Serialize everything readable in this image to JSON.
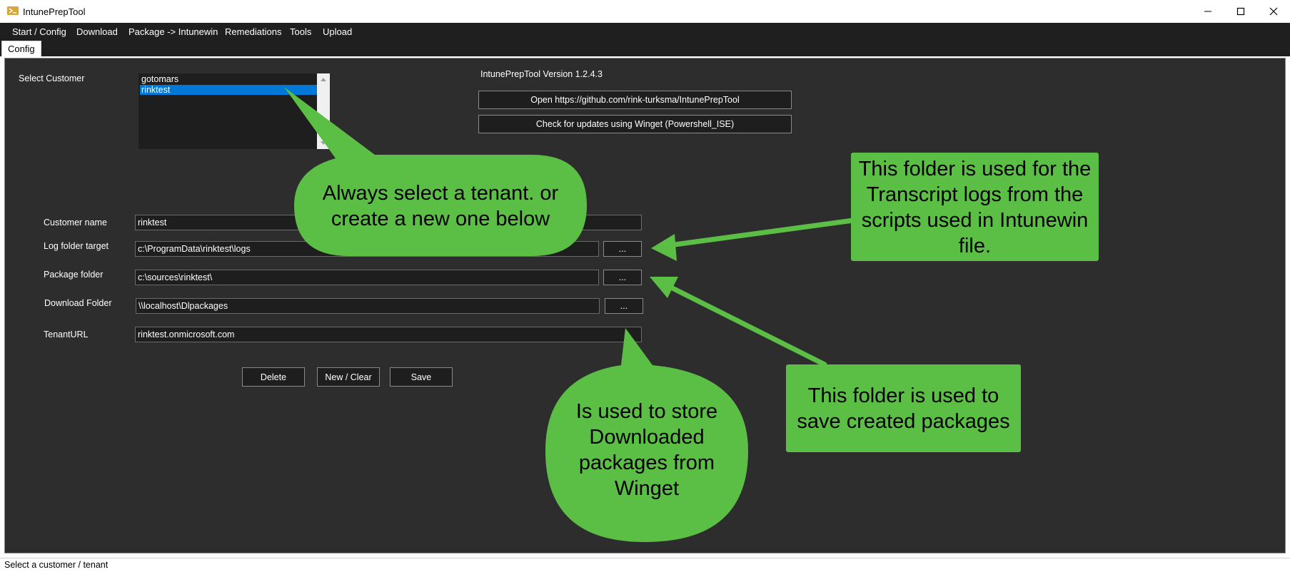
{
  "window": {
    "title": "IntunePrepTool",
    "minimize_glyph": "—",
    "maximize_glyph": "☐",
    "close_glyph": "✕"
  },
  "menu": {
    "items": [
      "Start / Config",
      "Download",
      "Package -> Intunewin",
      "Remediations",
      "Tools",
      "Upload"
    ]
  },
  "tabs": {
    "active": "Config"
  },
  "config": {
    "select_customer_label": "Select Customer",
    "customers": [
      "gotomars",
      "rinktest"
    ],
    "selected_customer": "rinktest",
    "version_text": "IntunePrepTool Version 1.2.4.3",
    "github_button": "Open https://github.com/rink-turksma/IntunePrepTool",
    "updates_button": "Check for updates using Winget (Powershell_ISE)",
    "fields": {
      "customer_name": {
        "label": "Customer name",
        "value": "rinktest"
      },
      "log_folder": {
        "label": "Log folder target",
        "value": "c:\\ProgramData\\rinktest\\logs"
      },
      "package_folder": {
        "label": "Package folder",
        "value": "c:\\sources\\rinktest\\"
      },
      "download_folder": {
        "label": "Download Folder",
        "value": "\\\\localhost\\Dlpackages"
      },
      "tenant_url": {
        "label": "TenantURL",
        "value": "rinktest.onmicrosoft.com"
      }
    },
    "browse_label": "...",
    "delete_button": "Delete",
    "new_clear_button": "New / Clear",
    "save_button": "Save"
  },
  "annotations": {
    "tenant_note": "Always select a tenant. or create a new one below",
    "transcript_note": "This folder is used for the Transcript logs from the scripts used in Intunewin file.",
    "packages_note": "This folder is used to save created packages",
    "download_note": "Is used to store Downloaded packages from Winget",
    "color": "#5cbf45"
  },
  "status": {
    "text": "Select a customer / tenant"
  },
  "icons": {
    "app": "intuneprep-app-icon",
    "minimize": "minimize-icon",
    "maximize": "maximize-icon",
    "close": "close-icon",
    "scroll_up": "scroll-up-arrow-icon",
    "scroll_down": "scroll-down-arrow-icon"
  }
}
